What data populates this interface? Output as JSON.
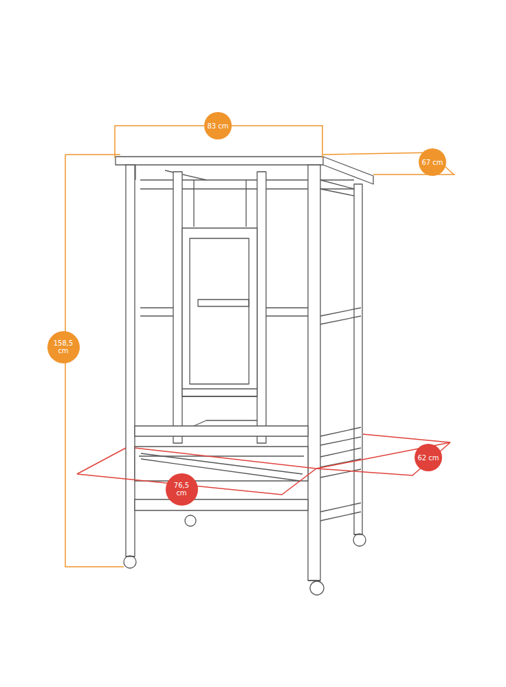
{
  "diagram": {
    "nodes": [
      {
        "text": [
          "83 cm"
        ]
      },
      {
        "text": [
          "67 cm"
        ]
      },
      {
        "text": [
          "158,5 cm"
        ]
      },
      {
        "text": [
          "76,5 cm"
        ]
      },
      {
        "text": [
          "62 cm"
        ]
      }
    ]
  }
}
